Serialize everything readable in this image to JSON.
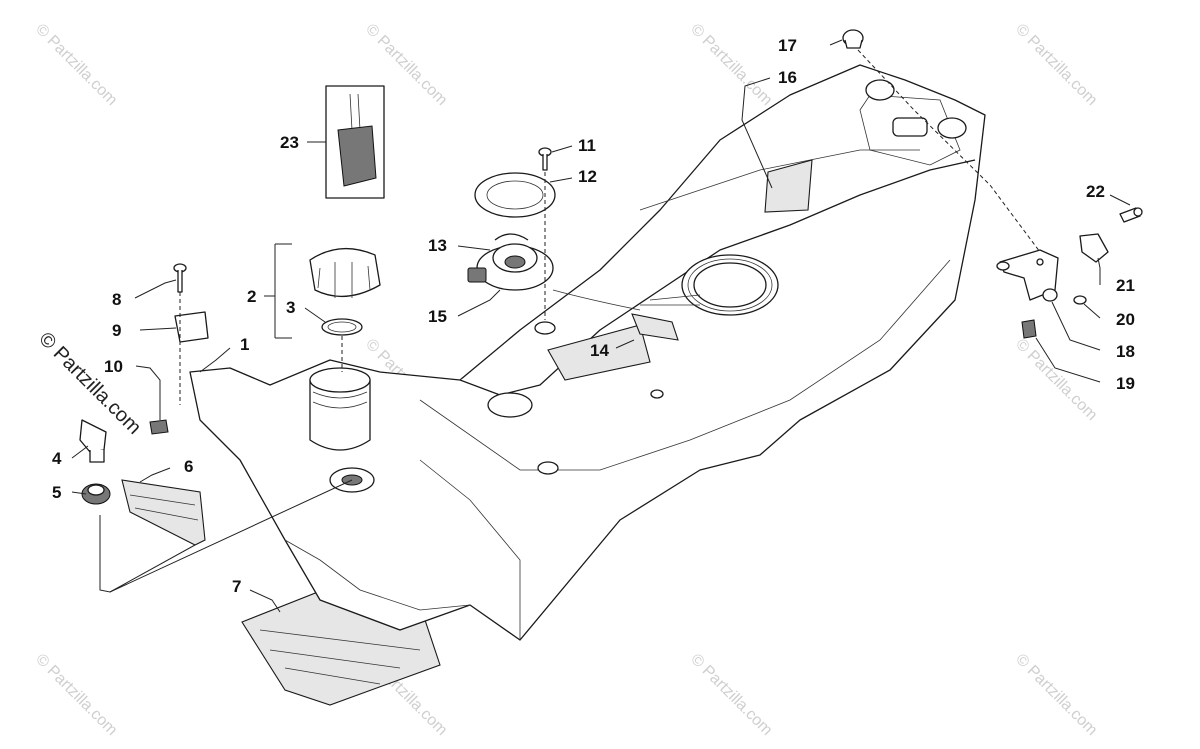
{
  "watermark": {
    "text": "© Partzilla.com",
    "highlight_text": "© Partzilla.com"
  },
  "callouts": [
    {
      "id": "1",
      "label": "1"
    },
    {
      "id": "2",
      "label": "2"
    },
    {
      "id": "3",
      "label": "3"
    },
    {
      "id": "4",
      "label": "4"
    },
    {
      "id": "5",
      "label": "5"
    },
    {
      "id": "6",
      "label": "6"
    },
    {
      "id": "7",
      "label": "7"
    },
    {
      "id": "8",
      "label": "8"
    },
    {
      "id": "9",
      "label": "9"
    },
    {
      "id": "10",
      "label": "10"
    },
    {
      "id": "11",
      "label": "11"
    },
    {
      "id": "12",
      "label": "12"
    },
    {
      "id": "13",
      "label": "13"
    },
    {
      "id": "14",
      "label": "14"
    },
    {
      "id": "15",
      "label": "15"
    },
    {
      "id": "16",
      "label": "16"
    },
    {
      "id": "17",
      "label": "17"
    },
    {
      "id": "18",
      "label": "18"
    },
    {
      "id": "19",
      "label": "19"
    },
    {
      "id": "20",
      "label": "20"
    },
    {
      "id": "21",
      "label": "21"
    },
    {
      "id": "22",
      "label": "22"
    },
    {
      "id": "23",
      "label": "23"
    }
  ]
}
